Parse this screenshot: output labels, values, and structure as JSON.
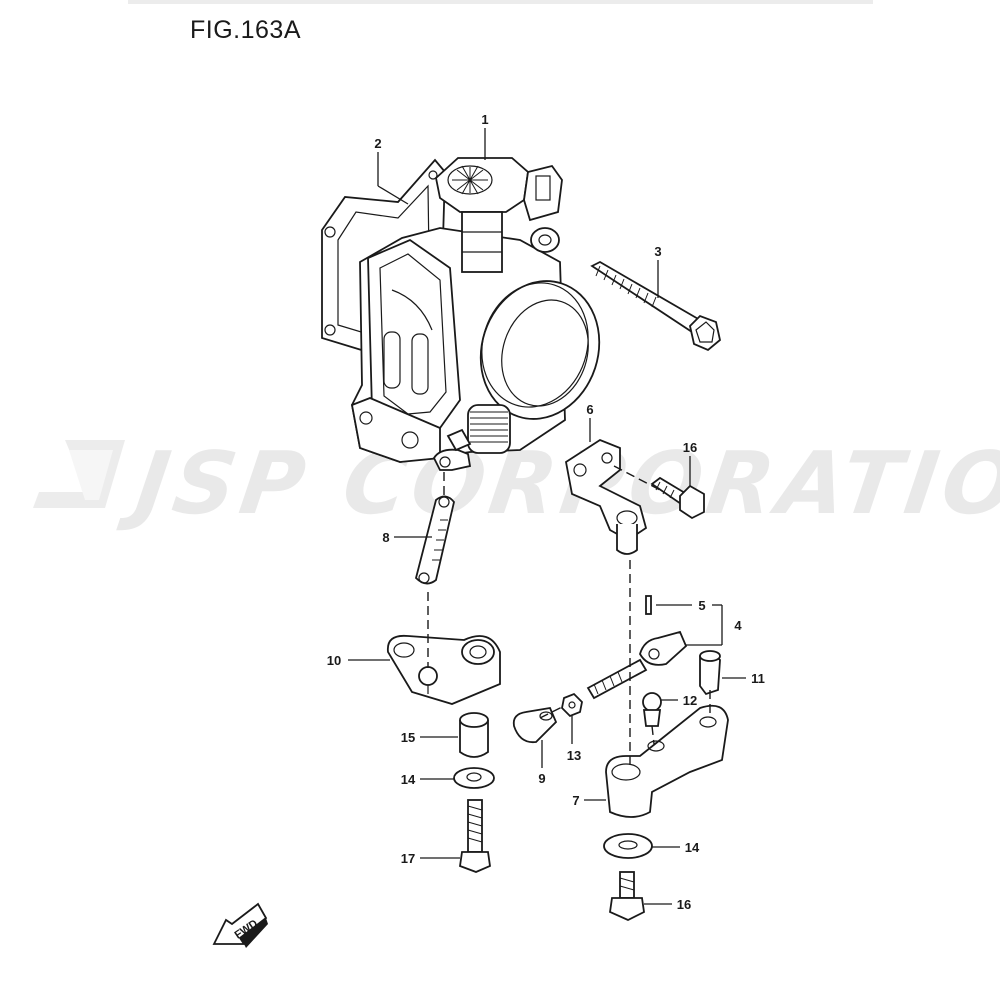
{
  "figure": {
    "title": "FIG.163A"
  },
  "watermark": {
    "text": "JSP CORPORATION"
  },
  "fwd_label": "FWD",
  "callouts": [
    {
      "id": "c1",
      "label": "1"
    },
    {
      "id": "c2",
      "label": "2"
    },
    {
      "id": "c3",
      "label": "3"
    },
    {
      "id": "c4",
      "label": "4"
    },
    {
      "id": "c5",
      "label": "5"
    },
    {
      "id": "c6",
      "label": "6"
    },
    {
      "id": "c7",
      "label": "7"
    },
    {
      "id": "c8",
      "label": "8"
    },
    {
      "id": "c9",
      "label": "9"
    },
    {
      "id": "c10",
      "label": "10"
    },
    {
      "id": "c11",
      "label": "11"
    },
    {
      "id": "c12",
      "label": "12"
    },
    {
      "id": "c13",
      "label": "13"
    },
    {
      "id": "c14a",
      "label": "14"
    },
    {
      "id": "c14b",
      "label": "14"
    },
    {
      "id": "c15",
      "label": "15"
    },
    {
      "id": "c16a",
      "label": "16"
    },
    {
      "id": "c16b",
      "label": "16"
    },
    {
      "id": "c17",
      "label": "17"
    }
  ]
}
